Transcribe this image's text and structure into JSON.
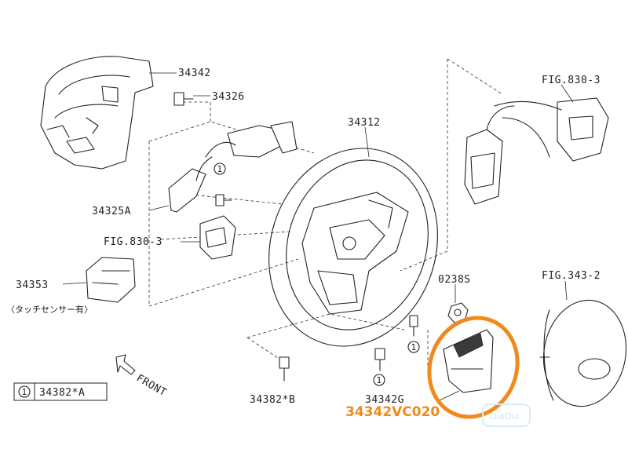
{
  "labels": {
    "p34342": "34342",
    "p34326": "34326",
    "p34312": "34312",
    "fig830_top": "FIG.830-3",
    "p34325A": "34325A",
    "fig830_mid": "FIG.830-3",
    "p34353": "34353",
    "touch_sensor": "〈タッチセンサー有〉",
    "p0238S": "0238S",
    "fig343": "FIG.343-2",
    "front": "FRONT",
    "legend_num": "1",
    "legend_part": "34382*A",
    "p34382B": "34382*B",
    "p34342G": "34342G",
    "callout_1": "1"
  },
  "highlight": {
    "part_number": "34342VC020",
    "color": "#f08a1c"
  },
  "watermark": "OuiOui"
}
